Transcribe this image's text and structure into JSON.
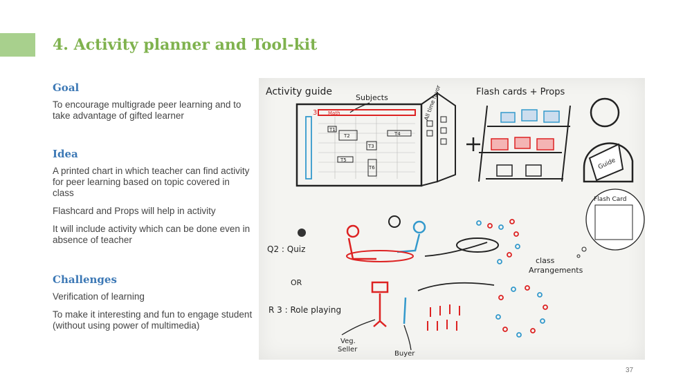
{
  "title": "4. Activity planner and Tool-kit",
  "sections": [
    {
      "heading": "Goal",
      "paragraphs": [
        "To encourage multigrade peer learning and to take advantage of gifted learner"
      ]
    },
    {
      "heading": "Idea",
      "paragraphs": [
        "A printed chart in which teacher can find activity for peer learning based on topic covered in class",
        "Flashcard and Props will help in activity",
        "It will include activity which can be done even in absence of teacher"
      ]
    },
    {
      "heading": "Challenges",
      "paragraphs": [
        "Verification of learning",
        "To make it interesting and fun to engage student (without using power of multimedia)"
      ]
    }
  ],
  "sketch": {
    "activity_guide": "Activity guide",
    "subjects": "Subjects",
    "flash_cards_props": "Flash cards + Props",
    "math": "Math",
    "all_time_favor": "All time favor",
    "guide": "Guide",
    "flash_card": "Flash Card",
    "t1": "T1",
    "t2": "T2",
    "t3": "T3",
    "t4": "T4",
    "t5": "T5",
    "t6": "T6",
    "q2_quiz": "Q2 : Quiz",
    "or": "OR",
    "r3_role_playing": "R 3 : Role playing",
    "class_arrangements_1": "class",
    "class_arrangements_2": "Arrangements",
    "veg_seller_1": "Veg.",
    "veg_seller_2": "Seller",
    "buyer": "Buyer",
    "num_3": "3"
  },
  "page_number": "37",
  "colors": {
    "accent_green": "#7fb24e",
    "accent_bar": "#a8d08d",
    "heading_blue": "#3c78b5"
  }
}
